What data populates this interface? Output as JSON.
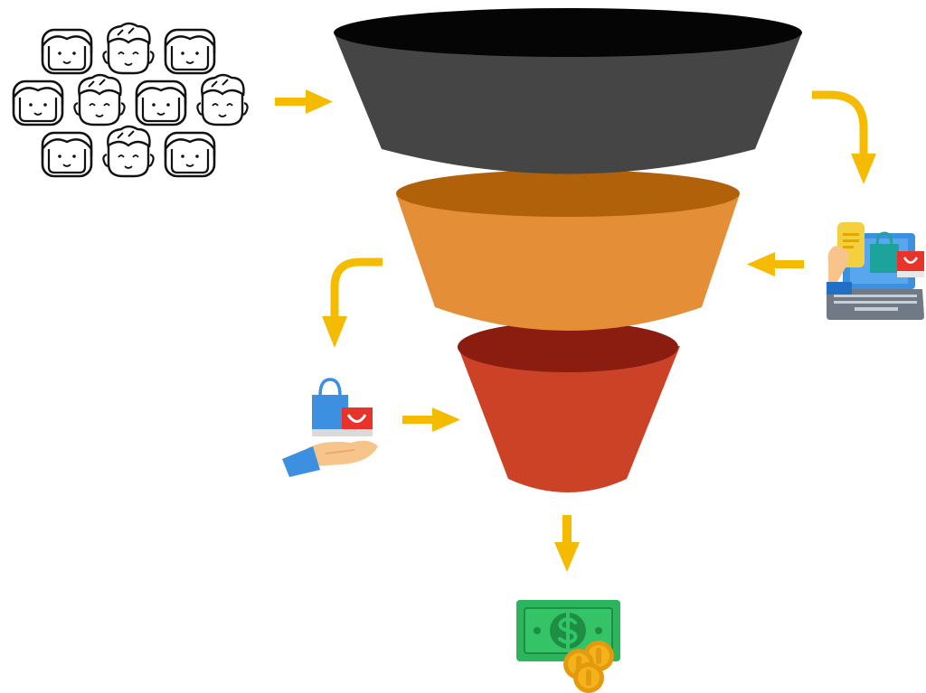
{
  "diagram": {
    "type": "sales-funnel",
    "funnel_stages": [
      {
        "name": "top-stage",
        "color": "#454545",
        "rim_color": "#050505"
      },
      {
        "name": "middle-stage",
        "color": "#E58E38",
        "rim_color": "#B2610B"
      },
      {
        "name": "bottom-stage",
        "color": "#CB4227",
        "rim_color": "#8B1C10"
      }
    ],
    "arrow_color": "#F5BB00",
    "icons": {
      "visitors": "people-faces-icon",
      "online_shopping": "laptop-shopping-icon",
      "purchase": "hand-shopping-bags-icon",
      "revenue": "money-coins-icon"
    },
    "colors": {
      "bag_blue": "#3D8FE0",
      "bag_red": "#E8332A",
      "bag_teal": "#1BA39C",
      "cash_green": "#2DB55D",
      "coin_gold": "#F4B21B",
      "laptop_gray": "#6F7A86",
      "skin": "#F7C48B"
    }
  }
}
